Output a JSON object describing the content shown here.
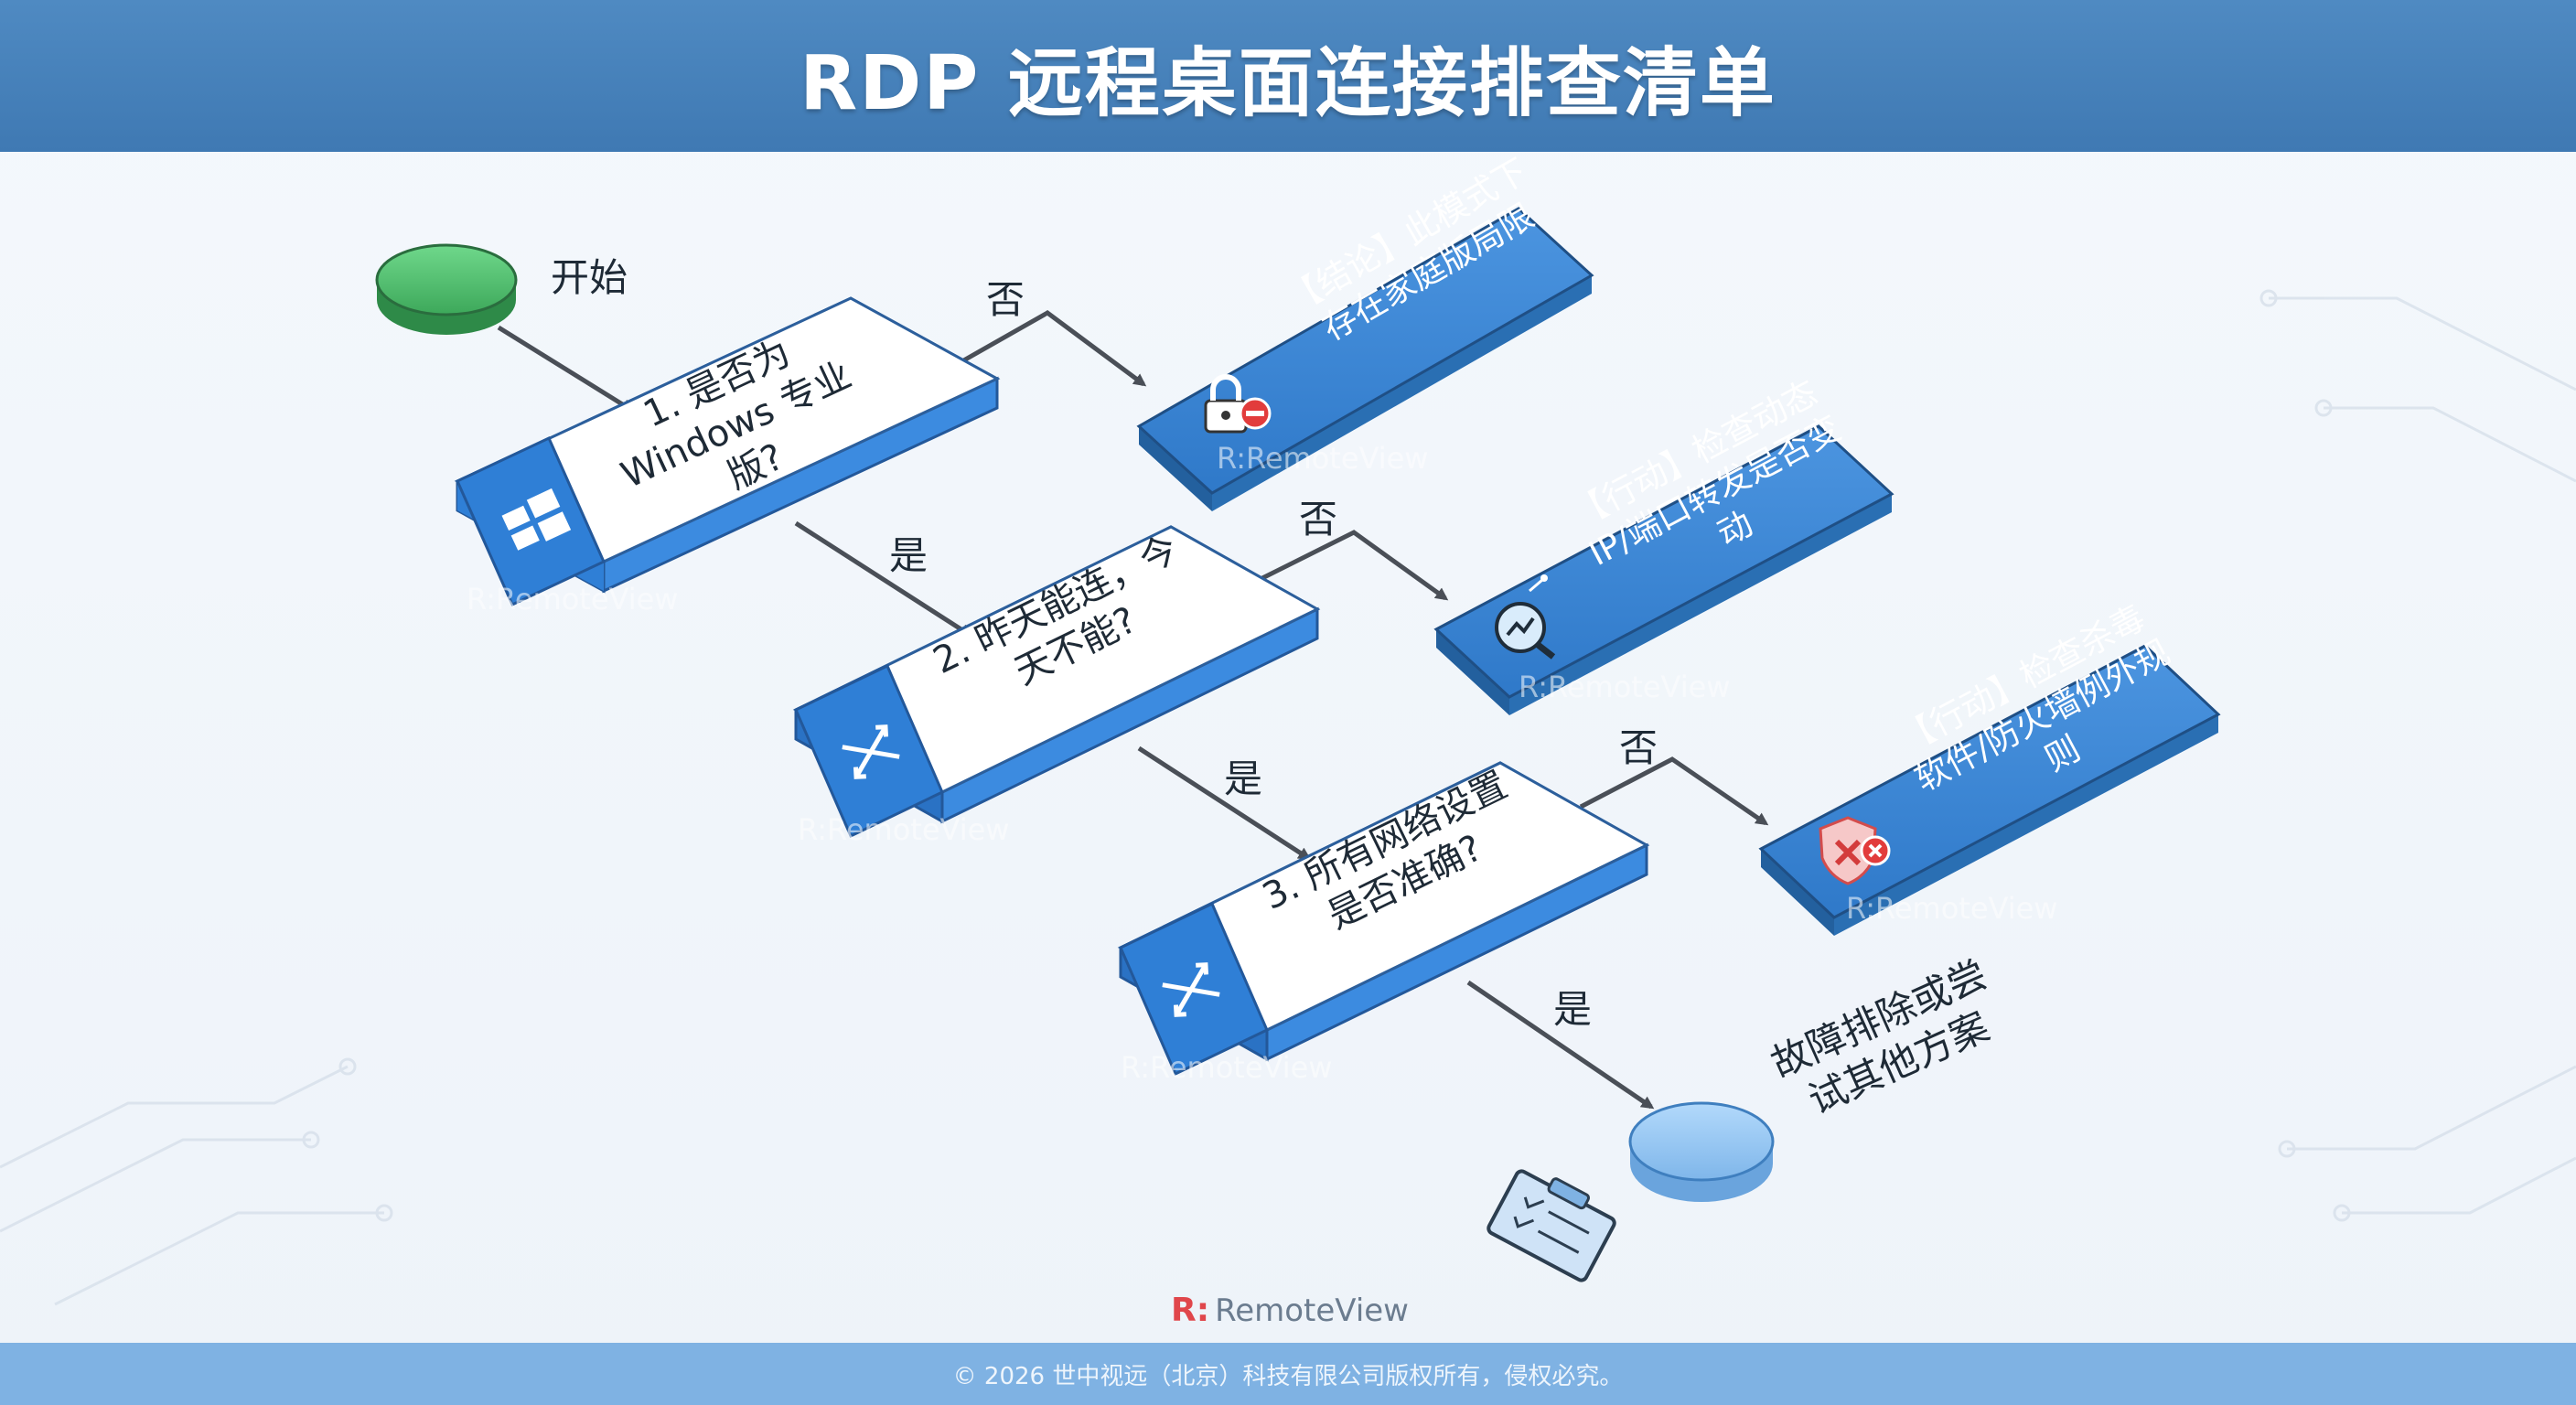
{
  "title": "RDP 远程桌面连接排查清单",
  "start_label": "开始",
  "end_label": "故障排除或尝试其他方案",
  "decisions": [
    {
      "text": "1. 是否为 Windows 专业版?",
      "icon": "windows-logo-icon"
    },
    {
      "text": "2. 昨天能连，今天不能?",
      "icon": "network-arrows-icon"
    },
    {
      "text": "3. 所有网络设置是否准确?",
      "icon": "network-arrows-icon"
    }
  ],
  "outcomes": [
    {
      "text": "【结论】此模式下存在家庭版局限",
      "icon": "lock-blocked-icon"
    },
    {
      "text": "【行动】检查动态IP/端口转发是否变动",
      "icon": "magnifier-chart-icon"
    },
    {
      "text": "【行动】检查杀毒软件/防火墙例外规则",
      "icon": "shield-x-icon"
    }
  ],
  "yes_label": "是",
  "no_label": "否",
  "watermark": "R:RemoteView",
  "brand": {
    "mark": "R:",
    "name": "RemoteView"
  },
  "footer": "© 2026 世中视远（北京）科技有限公司版权所有，侵权必究。",
  "end_icon": "clipboard-checklist-icon",
  "colors": {
    "header": "#4a86c0",
    "decision_fill": "#ffffff",
    "decision_side": "#2f7fd6",
    "outcome_fill": "#3b86d6",
    "start": "#4cbf6a",
    "end": "#8cc3f2",
    "arrow": "#4a4f57"
  }
}
